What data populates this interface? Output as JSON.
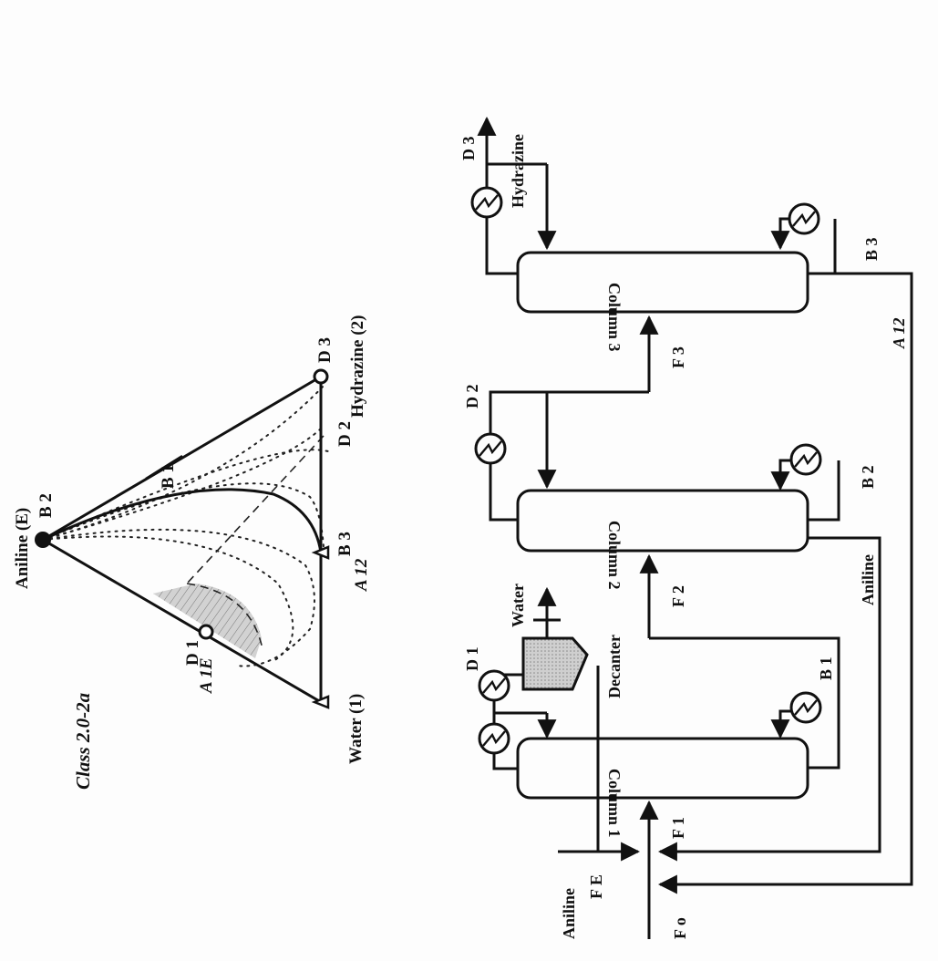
{
  "class_label": "Class 2.0-2a",
  "triangle": {
    "vertex_top": "Aniline (E)",
    "vertex_bottom_left": "Water (1)",
    "vertex_bottom_right": "Hydrazine (2)",
    "points": {
      "B2": "B 2",
      "B1": "B 1",
      "B3": "B 3",
      "D1": "D 1",
      "D2": "D 2",
      "D3": "D 3",
      "A12": "A 12",
      "A1E": "A 1E"
    }
  },
  "flowsheet": {
    "columns": [
      "Column 1",
      "Column 2",
      "Column 3"
    ],
    "decanter": "Decanter",
    "streams": {
      "water_out": "Water",
      "hydrazine_out": "Hydrazine",
      "aniline_in": "Aniline",
      "aniline_recycle": "Aniline",
      "FE": "F E",
      "Fo": "F o",
      "F1": "F 1",
      "F2": "F 2",
      "F3": "F 3",
      "D1": "D 1",
      "D2": "D 2",
      "D3": "D 3",
      "B1": "B 1",
      "B2": "B 2",
      "B3": "B 3",
      "A12": "A 12"
    }
  }
}
